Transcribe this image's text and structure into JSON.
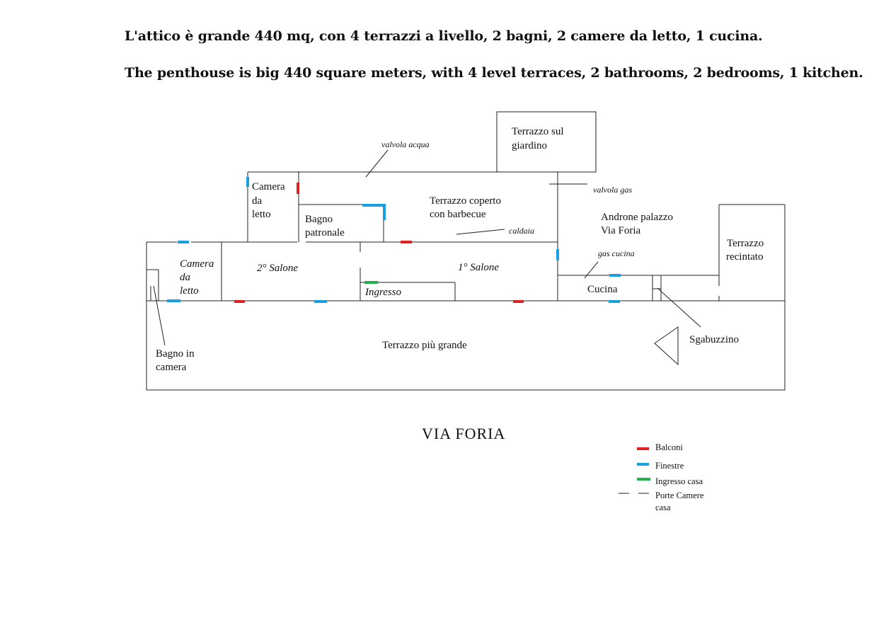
{
  "header": {
    "line_it": "L'attico è grande 440 mq, con 4 terrazzi a livello, 2 bagni, 2 camere da letto, 1 cucina.",
    "line_en": "The penthouse is big 440 square meters, with 4 level terraces, 2 bathrooms, 2 bedrooms, 1 kitchen."
  },
  "rooms": {
    "terrazzo_giardino": [
      "Terrazzo sul",
      "giardino"
    ],
    "camera_letto_top": [
      "Camera",
      "da",
      "letto"
    ],
    "bagno_patronale": [
      "Bagno",
      "patronale"
    ],
    "terrazzo_coperto": [
      "Terrazzo coperto",
      "con barbecue"
    ],
    "androne": [
      "Androne palazzo",
      "Via Foria"
    ],
    "terrazzo_recintato": [
      "Terrazzo",
      "recintato"
    ],
    "camera_letto_left": [
      "Camera",
      "da",
      "letto"
    ],
    "salone_2": "2° Salone",
    "salone_1": "1° Salone",
    "ingresso": "Ingresso",
    "cucina": "Cucina",
    "sgabuzzino": "Sgabuzzino",
    "bagno_camera": [
      "Bagno in",
      "camera"
    ],
    "terrazzo_grande": "Terrazzo più grande"
  },
  "notes": {
    "valvola_acqua": "valvola acqua",
    "valvola_gas": "valvola gas",
    "caldaia": "caldaia",
    "gas_cucina": "gas cucina"
  },
  "street": "VIA FORIA",
  "legend": {
    "balconi": "Balconi",
    "finestre": "Finestre",
    "ingresso_casa": "Ingresso casa",
    "porte_camere": [
      "Porte Camere",
      "casa"
    ]
  },
  "colors": {
    "balcony": "#e02020",
    "window": "#1a9fe0",
    "entrance": "#22b04a",
    "wall": "#222222"
  }
}
